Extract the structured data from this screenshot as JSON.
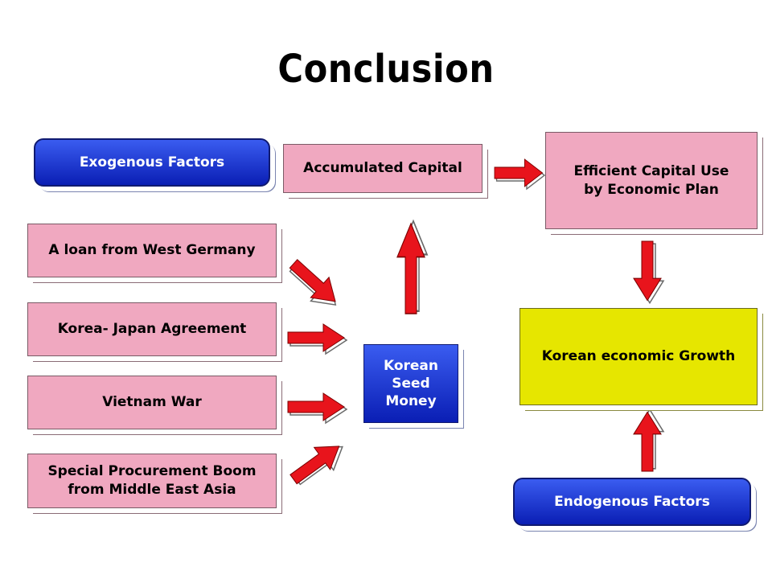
{
  "title": "Conclusion",
  "exogenous_label": "Exogenous Factors",
  "accumulated_capital": "Accumulated Capital",
  "efficient_capital_line1": "Efficient Capital Use",
  "efficient_capital_line2": "by Economic Plan",
  "factors": [
    {
      "line1": "A loan from West Germany",
      "line2": ""
    },
    {
      "line1": "Korea- Japan Agreement",
      "line2": ""
    },
    {
      "line1": "Vietnam War",
      "line2": ""
    },
    {
      "line1": "Special Procurement Boom",
      "line2": "from Middle East Asia"
    }
  ],
  "seed_money": {
    "line1": "Korean",
    "line2": "Seed",
    "line3": "Money"
  },
  "growth": "Korean economic Growth",
  "endogenous_label": "Endogenous Factors",
  "colors": {
    "arrow": "#e8141c",
    "pink": "#f0a8c0",
    "blue": "#1a33d6",
    "yellow": "#e6e600"
  }
}
